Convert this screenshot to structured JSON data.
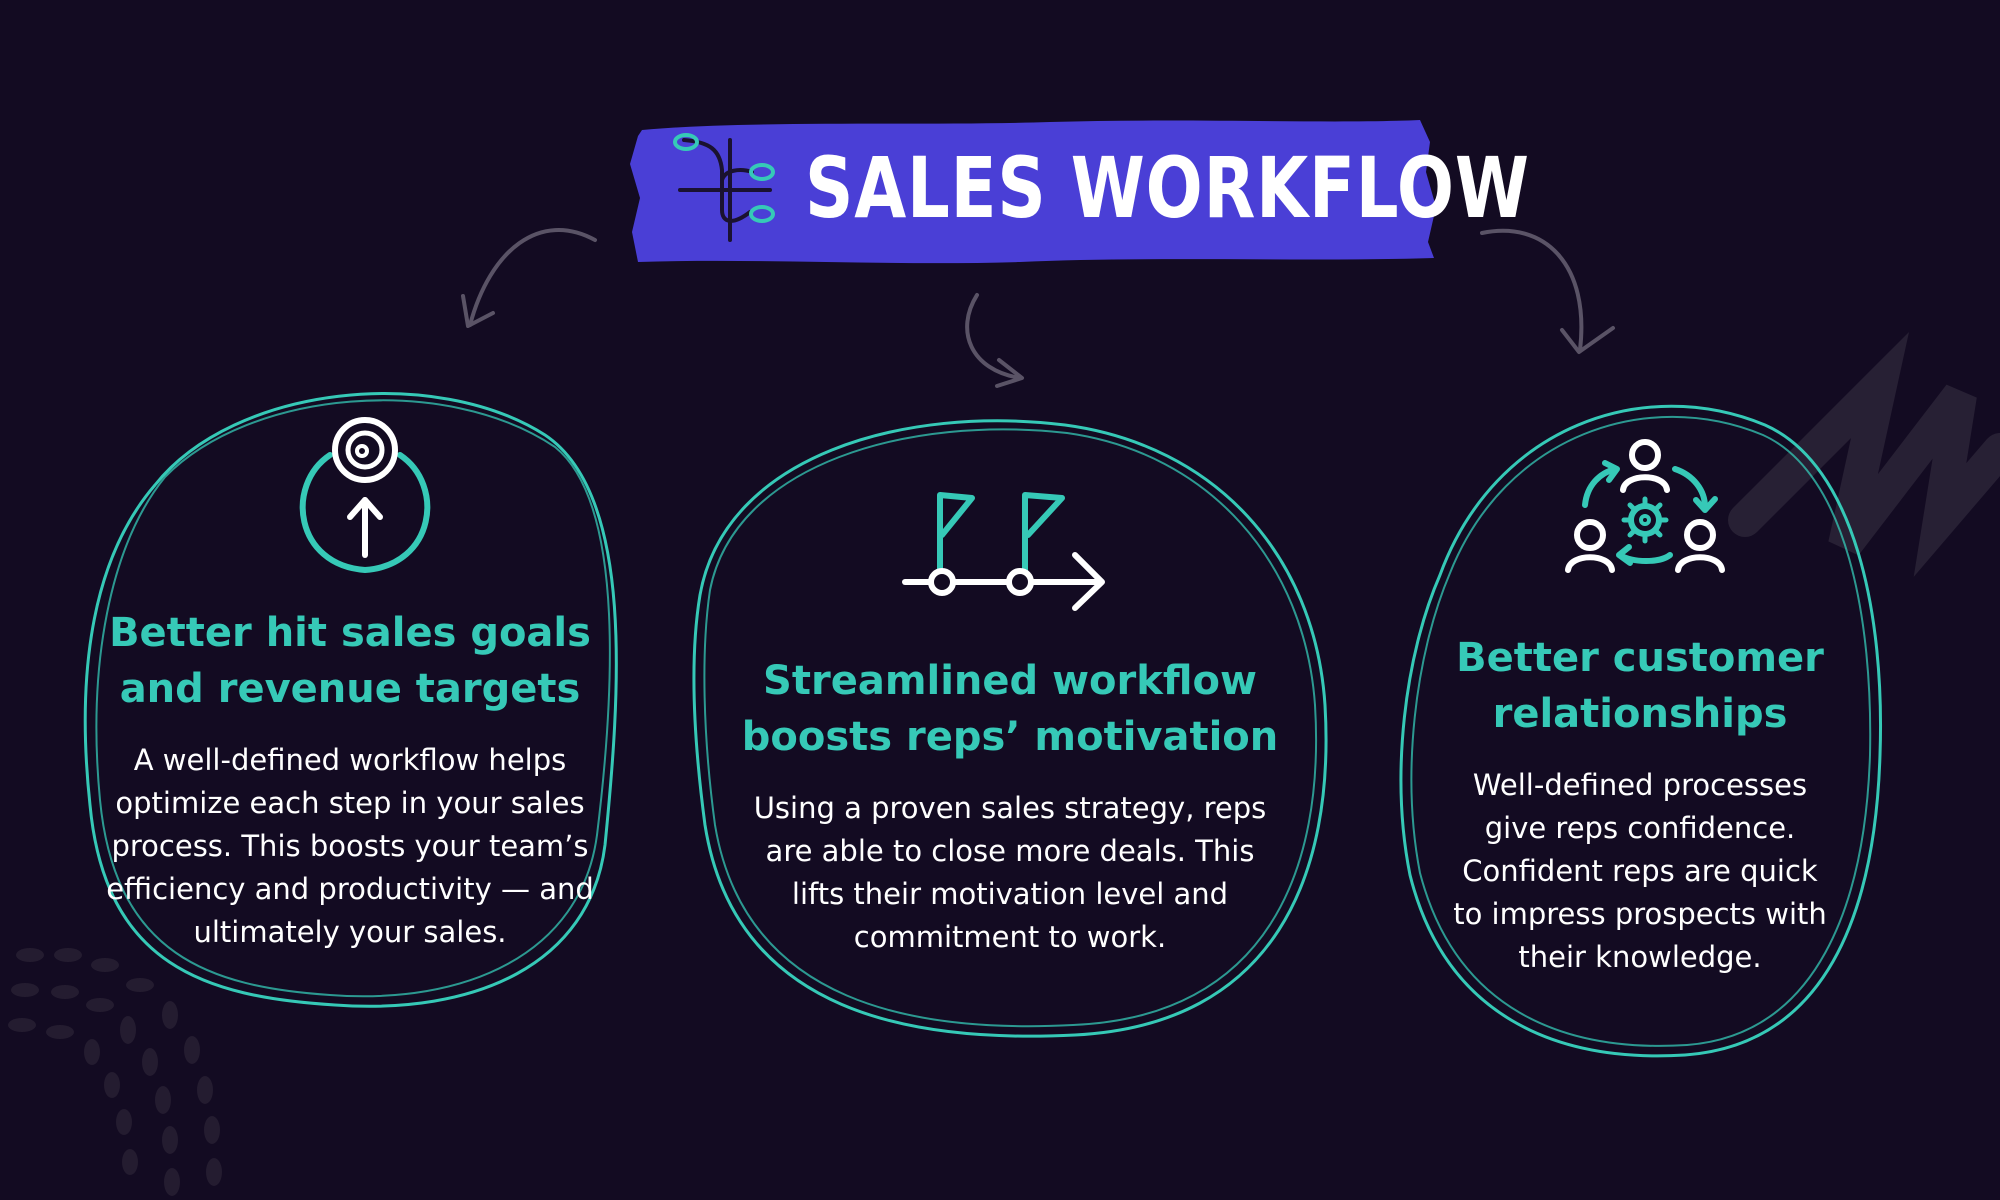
{
  "title": "SALES WORKFLOW",
  "colors": {
    "background": "#130b22",
    "banner": "#4a3fd6",
    "accent": "#36c9b7",
    "text": "#ffffff",
    "arrow": "#5a5366"
  },
  "title_icon": "workflow-branch-icon",
  "cards": [
    {
      "icon": "target-arrow-up-icon",
      "heading": "Better hit sales goals\nand revenue targets",
      "body": "A well-defined workflow helps\noptimize each step in your sales\nprocess. This boosts your team’s\nefficiency and productivity — and\nultimately your sales."
    },
    {
      "icon": "flags-timeline-icon",
      "heading": "Streamlined workflow\nboosts reps’ motivation",
      "body": "Using a proven sales strategy, reps\nare able to close more deals. This\nlifts their motivation level and\ncommitment to work."
    },
    {
      "icon": "team-cycle-gear-icon",
      "heading": "Better customer\nrelationships",
      "body": "Well-defined processes\ngive reps confidence.\nConfident reps are quick\nto impress prospects with\ntheir knowledge."
    }
  ]
}
